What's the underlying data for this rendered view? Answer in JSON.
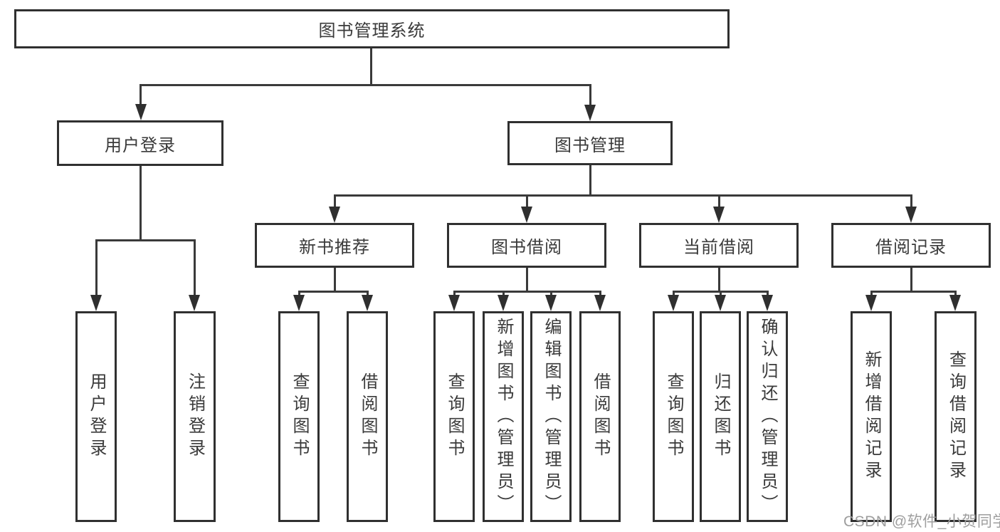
{
  "diagram": {
    "type": "hierarchy-tree",
    "colors": {
      "background": "#ffffff",
      "box_border": "#303030",
      "box_fill": "#ffffff",
      "text": "#3a3a3a",
      "connector": "#3a3a3a",
      "watermark": "#9e9e9e"
    },
    "watermark": "CSDN @软件_小贺同学",
    "tree": {
      "root": {
        "label": "图书管理系统"
      },
      "branches": [
        {
          "label": "用户登录",
          "children": [
            {
              "label": "用户登录"
            },
            {
              "label": "注销登录"
            }
          ]
        },
        {
          "label": "图书管理",
          "children": [
            {
              "label": "新书推荐",
              "children": [
                {
                  "label": "查询图书"
                },
                {
                  "label": "借阅图书"
                }
              ]
            },
            {
              "label": "图书借阅",
              "children": [
                {
                  "label": "查询图书"
                },
                {
                  "label": "新增图书（管理员）"
                },
                {
                  "label": "编辑图书（管理员）"
                },
                {
                  "label": "借阅图书"
                }
              ]
            },
            {
              "label": "当前借阅",
              "children": [
                {
                  "label": "查询图书"
                },
                {
                  "label": "归还图书"
                },
                {
                  "label": "确认归还（管理员）"
                }
              ]
            },
            {
              "label": "借阅记录",
              "children": [
                {
                  "label": "新增借阅记录"
                },
                {
                  "label": "查询借阅记录"
                }
              ]
            }
          ]
        }
      ]
    }
  }
}
